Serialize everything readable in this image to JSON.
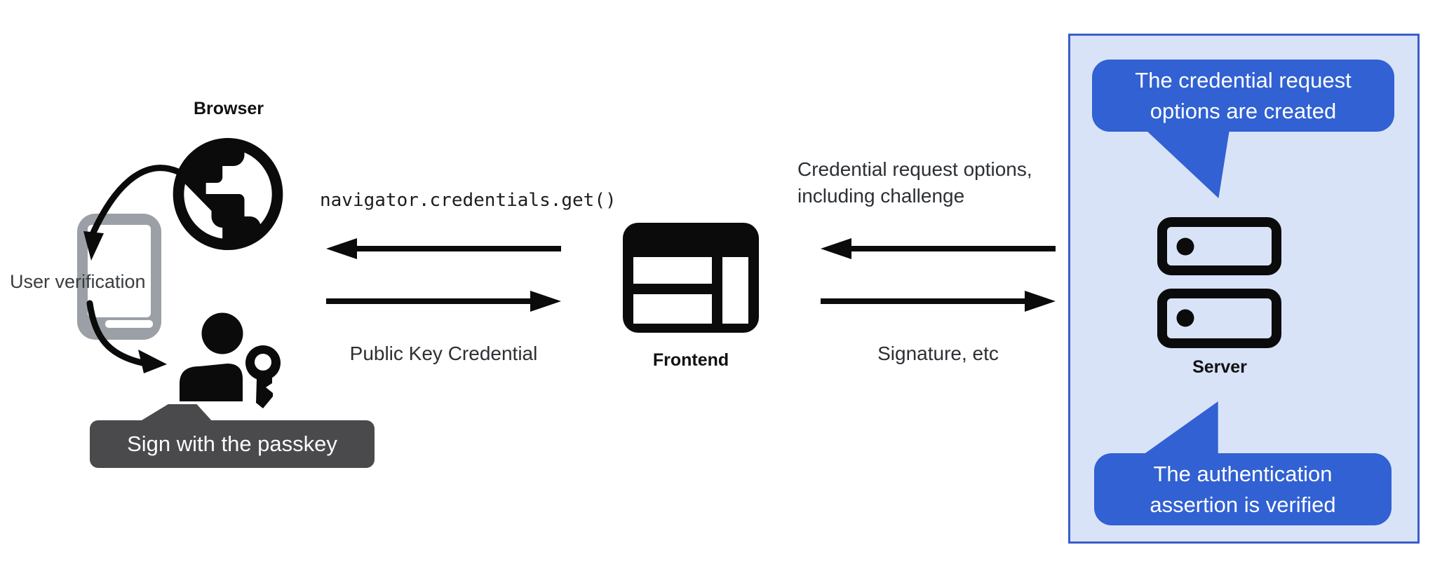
{
  "left_group": {
    "browser_label": "Browser",
    "user_verification_label": "User verification",
    "passkey_badge": "Sign with the passkey",
    "icons": {
      "browser": "globe-icon",
      "device": "smartphone-icon",
      "user": "person-icon",
      "passkey": "key-icon"
    }
  },
  "frontend_group": {
    "code_call": "navigator.credentials.get()",
    "response_label": "Public Key Credential",
    "frontend_label": "Frontend",
    "icon": "browser-window-icon"
  },
  "server_group": {
    "request_label_line1": "Credential request options,",
    "request_label_line2": "including challenge",
    "response_label": "Signature, etc",
    "server_label": "Server",
    "icon": "server-stack-icon",
    "top_callout_line1": "The credential request",
    "top_callout_line2": "options are created",
    "bottom_callout_line1": "The authentication",
    "bottom_callout_line2": "assertion is verified"
  },
  "colors": {
    "callout_blue": "#3161d2",
    "panel_fill": "#d9e3f8",
    "panel_border": "#3a5ecb",
    "badge_gray": "#4a4a4c",
    "phone_gray": "#9aa0a6",
    "ink": "#0b0b0b"
  }
}
